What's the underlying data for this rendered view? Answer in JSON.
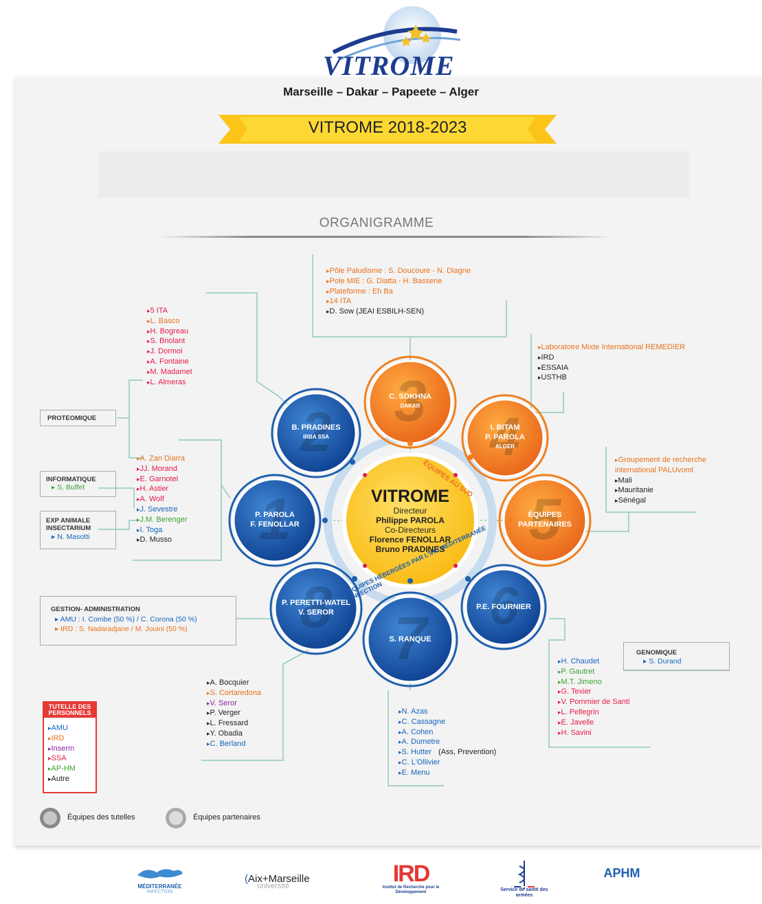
{
  "header": {
    "logo": "VITROME",
    "cities": "Marseille – Dakar – Papeete – Alger",
    "banner": "VITROME 2018-2023",
    "section_title": "ORGANIGRAMME"
  },
  "center": {
    "title": "VITROME",
    "role1": "Directeur",
    "name1": "Philippe PAROLA",
    "role2": "Co-Directeurs",
    "name2": "Florence FENOLLAR",
    "name3": "Bruno PRADINES",
    "arc_south": "ÉQUIPES AU SUD",
    "arc_hosted": "ÉQUIPES HÉBERGÉES PAR L'IHU MÉDITERRANÉE INFECTION"
  },
  "teams": [
    {
      "num": "1",
      "line1": "P. PAROLA",
      "line2": "F. FENOLLAR",
      "line3": ""
    },
    {
      "num": "2",
      "line1": "B. PRADINES",
      "line2": "IRBA SSA",
      "line3": ""
    },
    {
      "num": "3",
      "line1": "C. SOKHNA",
      "line2": "DAKAR",
      "line3": ""
    },
    {
      "num": "4",
      "line1": "I. BITAM",
      "line2": "P. PAROLA",
      "line3": "ALGER"
    },
    {
      "num": "5",
      "line1": "ÉQUIPES",
      "line2": "PARTENAIRES",
      "line3": ""
    },
    {
      "num": "6",
      "line1": "P.E. FOURNIER",
      "line2": "",
      "line3": ""
    },
    {
      "num": "7",
      "line1": "S. RANQUE",
      "line2": "",
      "line3": ""
    },
    {
      "num": "8",
      "line1": "P. PERETTI-WATEL",
      "line2": "V. SEROR",
      "line3": ""
    }
  ],
  "lists": {
    "team3": [
      {
        "t": "Pôle Paludisme : S. Doucoure - N. Diagne",
        "c": "ird"
      },
      {
        "t": "Pole MIE : G. Diatta - H. Bassene",
        "c": "ird"
      },
      {
        "t": "Plateforme : Eh Ba",
        "c": "ird"
      },
      {
        "t": "14 ITA",
        "c": "ird"
      },
      {
        "t": "D. Sow (JEAI ESBILH-SEN)",
        "c": "autre"
      }
    ],
    "team2": [
      {
        "t": "5 ITA",
        "c": "ssa"
      },
      {
        "t": "L. Basco",
        "c": "ird"
      },
      {
        "t": "H. Bogreau",
        "c": "ssa"
      },
      {
        "t": "S. Briolant",
        "c": "ssa"
      },
      {
        "t": "J. Dormoi",
        "c": "ssa"
      },
      {
        "t": "A. Fontaine",
        "c": "ssa"
      },
      {
        "t": "M. Madamet",
        "c": "ssa"
      },
      {
        "t": "L. Almeras",
        "c": "ssa"
      }
    ],
    "team4": [
      {
        "t": "Laboratoire Mixte International REMEDIER",
        "c": "ird"
      },
      {
        "t": "IRD",
        "c": "autre"
      },
      {
        "t": "ESSAIA",
        "c": "autre"
      },
      {
        "t": "USTHB",
        "c": "autre"
      }
    ],
    "team5": [
      {
        "t": "Groupement de recherche international PALUvoml",
        "c": "ird"
      },
      {
        "t": "Mali",
        "c": "autre"
      },
      {
        "t": "Mauritanie",
        "c": "autre"
      },
      {
        "t": "Sénégal",
        "c": "autre"
      }
    ],
    "team1": [
      {
        "t": "A. Zan Diarra",
        "c": "ird"
      },
      {
        "t": "JJ. Morand",
        "c": "ssa"
      },
      {
        "t": "E. Garnotel",
        "c": "ssa"
      },
      {
        "t": "H. Astier",
        "c": "ssa"
      },
      {
        "t": "A. Wolf",
        "c": "ssa"
      },
      {
        "t": "J. Sevestre",
        "c": "amu"
      },
      {
        "t": "J.M. Berenger",
        "c": "aphm"
      },
      {
        "t": "I. Toga",
        "c": "amu"
      },
      {
        "t": "D. Musso",
        "c": "autre"
      }
    ],
    "team8": [
      {
        "t": "A. Bocquier",
        "c": "autre"
      },
      {
        "t": "S. Cortaredona",
        "c": "ird"
      },
      {
        "t": "V. Seror",
        "c": "inserm"
      },
      {
        "t": "P. Verger",
        "c": "autre"
      },
      {
        "t": "L. Fressard",
        "c": "autre"
      },
      {
        "t": "Y. Obadia",
        "c": "autre"
      },
      {
        "t": "C. Berland",
        "c": "amu"
      }
    ],
    "team7": [
      {
        "t": "N. Azas",
        "c": "amu"
      },
      {
        "t": "C. Cassagne",
        "c": "amu"
      },
      {
        "t": "A. Cohen",
        "c": "amu"
      },
      {
        "t": "A. Dumetre",
        "c": "amu"
      },
      {
        "t": "S. Hutter",
        "c": "amu",
        "note": "(Ass, Prevention)"
      },
      {
        "t": "C. L'Ollivier",
        "c": "amu"
      },
      {
        "t": "E. Menu",
        "c": "amu"
      }
    ],
    "team6": [
      {
        "t": "H. Chaudet",
        "c": "amu"
      },
      {
        "t": "P. Gautret",
        "c": "aphm"
      },
      {
        "t": "M.T. Jimeno",
        "c": "aphm"
      },
      {
        "t": "G. Texier",
        "c": "ssa"
      },
      {
        "t": "V. Pommier de Santi",
        "c": "ssa"
      },
      {
        "t": "L. Pellegrin",
        "c": "ssa"
      },
      {
        "t": "E. Javelle",
        "c": "ssa"
      },
      {
        "t": "H. Savini",
        "c": "ssa"
      }
    ]
  },
  "boxes": {
    "proteomique": "PROTEOMIQUE",
    "informatique": "INFORMATIQUE",
    "informatique_item": "S. Buffet",
    "exp_animale": "EXP ANIMALE INSECTARIUM",
    "exp_item": "N. Masotti",
    "gestion": "GESTION- ADMINISTRATION",
    "gestion_amu": "AMU : I. Combe (50 %) / C. Corona (50 %)",
    "gestion_ird": "IRD : S. Nadaradjane / M. Jouini (50 %)",
    "genomique": "GENOMIQUE",
    "genomique_item": "S. Durand"
  },
  "legend": {
    "title": "TUTELLE DES PERSONNELS",
    "items": [
      {
        "t": "AMU",
        "c": "amu"
      },
      {
        "t": "IRD",
        "c": "ird"
      },
      {
        "t": "Inserm",
        "c": "inserm"
      },
      {
        "t": "SSA",
        "c": "ssa"
      },
      {
        "t": "AP-HM",
        "c": "aphm"
      },
      {
        "t": "Autre",
        "c": "autre"
      }
    ],
    "tutelles_label": "Équipes des tutelles",
    "partenaires_label": "Équipes partenaires"
  },
  "footer": {
    "logo1_a": "MÉDITERRANÉE",
    "logo1_b": "INFECTION",
    "logo2_a": "Aix+Marseille",
    "logo2_b": "université",
    "logo3_a": "IRD",
    "logo3_b": "Institut de Recherche pour le Développement",
    "logo4": "Service de santé des armées",
    "logo5": "APHM"
  },
  "colors": {
    "blue": "#1f5fae",
    "orange": "#f07f1c",
    "yellow": "#fcc419",
    "teal": "#7fc3b2",
    "red": "#e53935"
  }
}
